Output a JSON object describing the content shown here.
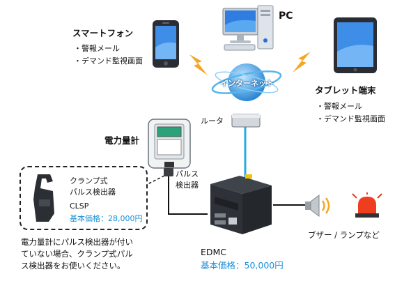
{
  "pc": {
    "label": "PC"
  },
  "smartphone": {
    "title": "スマートフォン",
    "items": [
      "・警報メール",
      "・デマンド監視画面"
    ]
  },
  "tablet": {
    "title": "タブレット端末",
    "items": [
      "・警報メール",
      "・デマンド監視画面"
    ]
  },
  "internet": {
    "label": "インターネット"
  },
  "router": {
    "label": "ルータ"
  },
  "power_meter": {
    "label": "電力量計"
  },
  "pulse_detector": {
    "label_line1": "パルス",
    "label_line2": "検出器"
  },
  "clamp_box": {
    "line1": "クランプ式",
    "line2": "パルス検出器",
    "model": "CLSP",
    "price": "基本価格：28,000円"
  },
  "note": {
    "lines": [
      "電力量計にパルス検出器が付い",
      "ていない場合、クランプ式パル",
      "ス検出器をお使いください。"
    ]
  },
  "edmc": {
    "name": "EDMC",
    "price": "基本価格：50,000円"
  },
  "alarm": {
    "label": "ブザー / ランプなど"
  },
  "colors": {
    "accent_blue": "#1a8fd6",
    "lightning": "#f5a623",
    "cable_blue": "#29a9e0"
  }
}
